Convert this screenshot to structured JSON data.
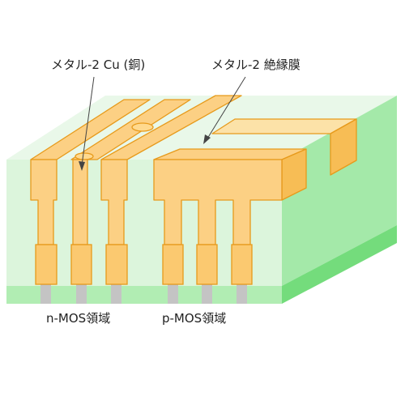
{
  "labels": {
    "cu_layer": "メタル-2 Cu (銅)",
    "dielectric": "メタル-2 絶縁膜",
    "nmos": "n-MOS領域",
    "pmos": "p-MOS領域"
  },
  "colors": {
    "dielectric_front": "#dcf5dc",
    "dielectric_top": "#e9f8e9",
    "dielectric_side": "#a4e9a9",
    "substrate_front": "#b1edb3",
    "substrate_side": "#74dc7c",
    "copper_fill": "#fcd084",
    "copper_edge": "#e79a1b",
    "contact_plug": "#c4c4c4"
  }
}
